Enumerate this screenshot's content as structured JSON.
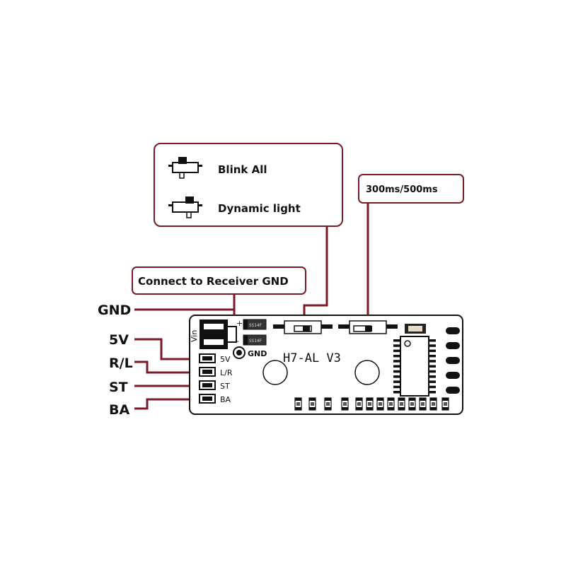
{
  "colors": {
    "wire": "#7a1a28",
    "callout_border": "#7a1a28",
    "board_border": "#111111",
    "pad": "#111111"
  },
  "callouts": {
    "mode_box": {
      "line1": "Blink  All",
      "line2": "Dynamic light",
      "icons": [
        "slide-switch-left-icon",
        "slide-switch-right-icon"
      ]
    },
    "timing_box": {
      "text": "300ms/500ms"
    },
    "gnd_box": {
      "text": "Connect to Receiver GND"
    }
  },
  "wires": {
    "labels": [
      "GND",
      "5V",
      "R/L",
      "ST",
      "BA"
    ]
  },
  "board": {
    "model": "H7-AL  V3",
    "vin_label": "Vin",
    "plus_label": "+",
    "minus_label": "-",
    "diode_marking": "SS14F",
    "gnd_hole_label": "GND",
    "pin_labels": [
      "5V",
      "L/R",
      "ST",
      "BA"
    ]
  }
}
